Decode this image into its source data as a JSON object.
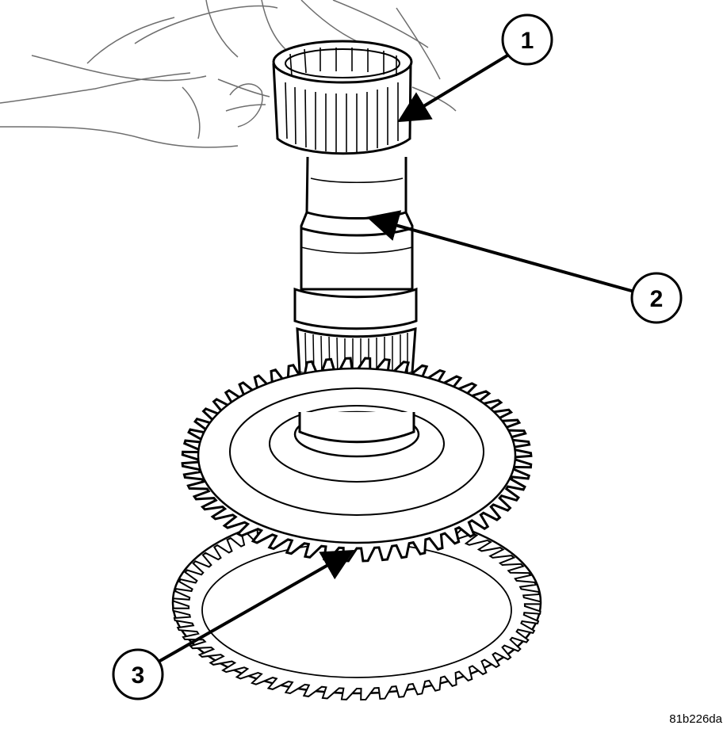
{
  "figure": {
    "figure_id": "81b226da",
    "callouts": [
      {
        "number": "1"
      },
      {
        "number": "2"
      },
      {
        "number": "3"
      }
    ]
  },
  "colors": {
    "ink": "#000000",
    "hand_line": "#6e6e6e",
    "background": "#ffffff"
  }
}
